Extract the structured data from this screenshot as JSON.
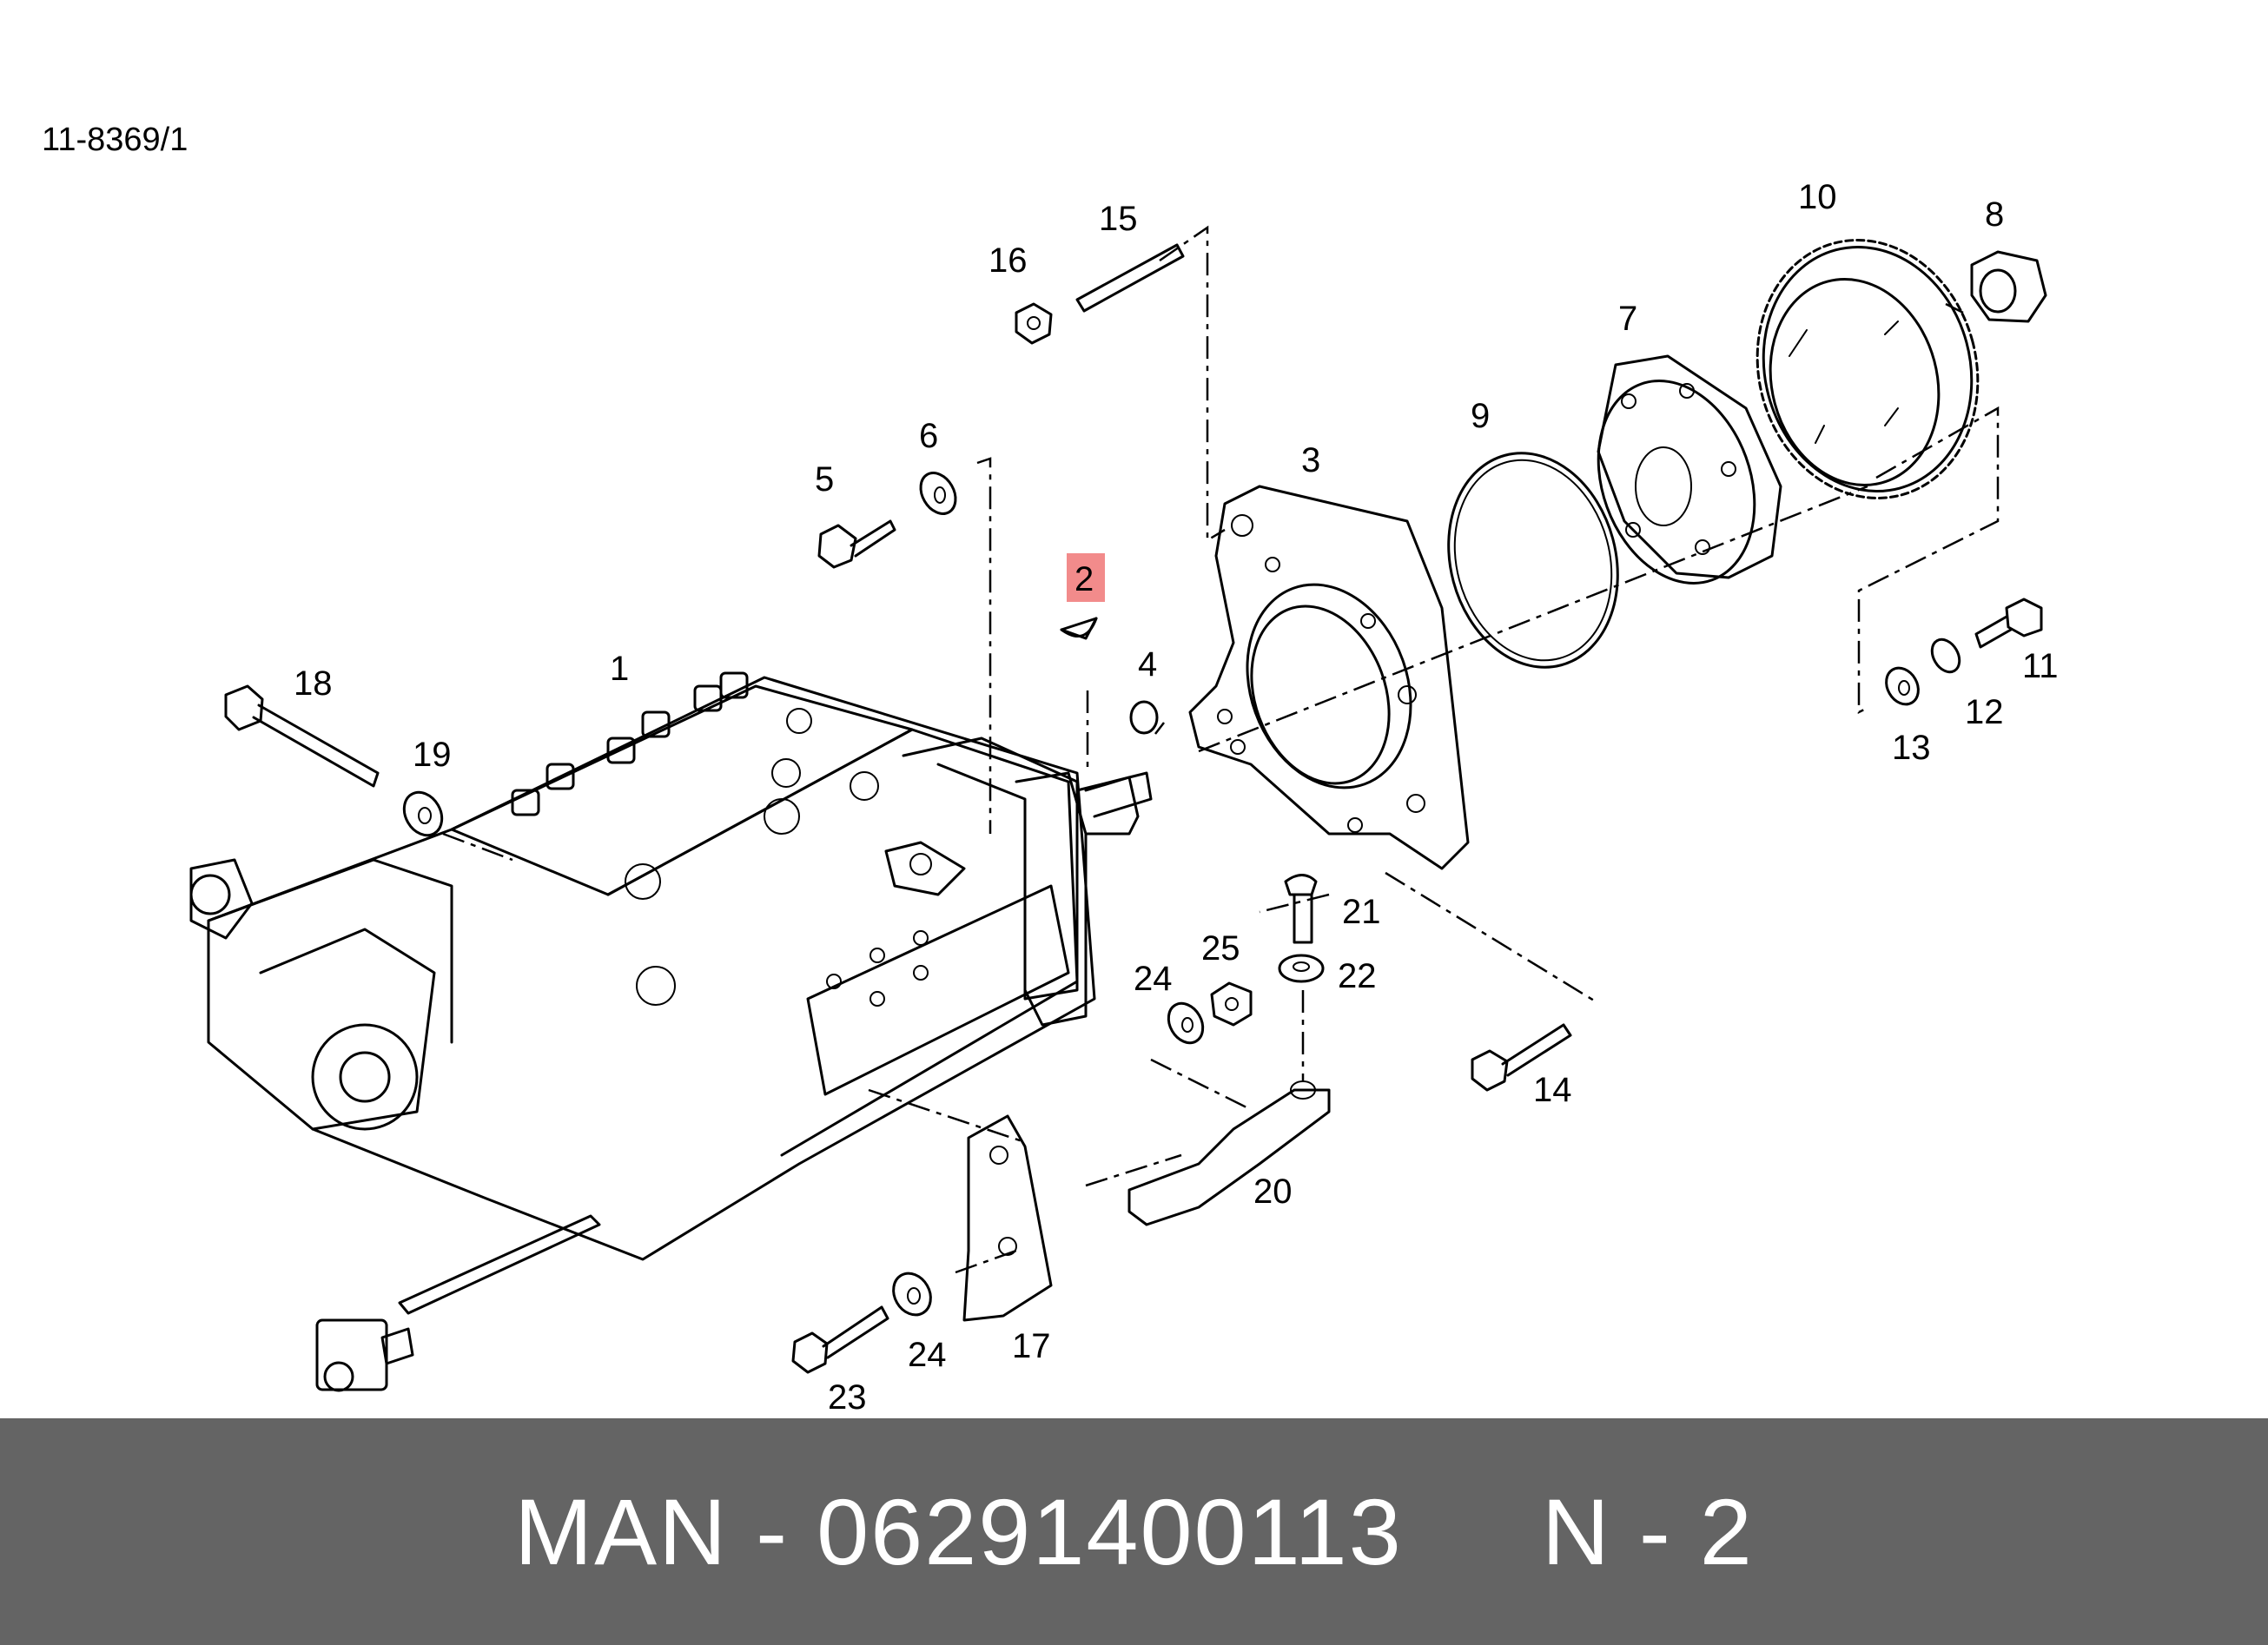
{
  "document_code": "11-8369/1",
  "callouts": {
    "c1": "1",
    "c2": "2",
    "c3": "3",
    "c4": "4",
    "c5": "5",
    "c6": "6",
    "c7": "7",
    "c8": "8",
    "c9": "9",
    "c10": "10",
    "c11": "11",
    "c12": "12",
    "c13": "13",
    "c14": "14",
    "c15": "15",
    "c16": "16",
    "c17": "17",
    "c18": "18",
    "c19": "19",
    "c20": "20",
    "c21": "21",
    "c22": "22",
    "c23": "23",
    "c24a": "24",
    "c24b": "24",
    "c25": "25"
  },
  "highlighted_callout": "2",
  "highlight_color": "#f28b8b",
  "footer": {
    "text": "MAN - 06291400113     N - 2",
    "background": "#646464"
  }
}
